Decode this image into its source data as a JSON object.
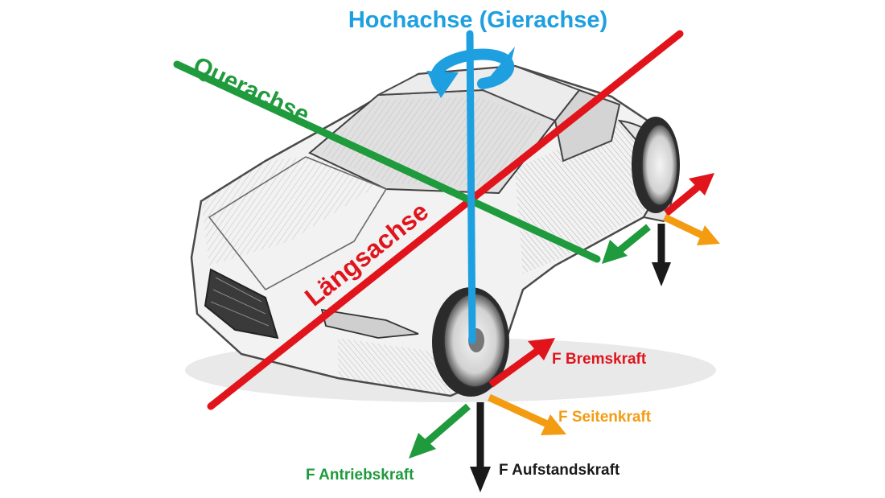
{
  "axes": {
    "vertical": {
      "label": "Hochachse (Gierachse)",
      "color": "#1ea0e0"
    },
    "lateral": {
      "label": "Querachse",
      "color": "#1f9a3c"
    },
    "longitudinal": {
      "label": "Längsachse",
      "color": "#e1141c"
    }
  },
  "forces": {
    "brake": {
      "label": "F Bremskraft",
      "color": "#e1141c"
    },
    "side": {
      "label": "F Seitenkraft",
      "color": "#f39c12"
    },
    "drive": {
      "label": "F Antriebskraft",
      "color": "#1f9a3c"
    },
    "normal": {
      "label": "F Aufstandskraft",
      "color": "#1a1a1a"
    }
  }
}
